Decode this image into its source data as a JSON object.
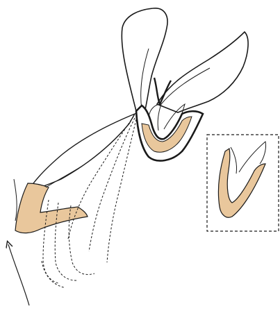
{
  "diagram": {
    "kind": "anatomical-line-drawing",
    "labels": [],
    "colors": {
      "line": "#1a1a1a",
      "fill": "#e9c79c",
      "background": "#ffffff"
    },
    "parts": [
      "upper-wing-lobe",
      "right-wing-lobe",
      "central-u-structure",
      "lower-left-fan",
      "dashed-overlay-lobes",
      "inset-dashed-box",
      "pointer-arrow"
    ]
  }
}
